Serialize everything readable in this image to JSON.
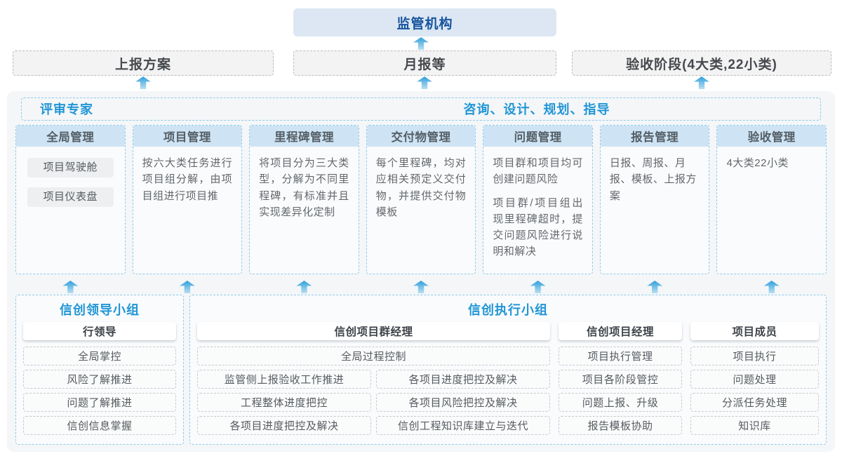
{
  "colors": {
    "regulator_bg": "#dce7f3",
    "regulator_text": "#17549e",
    "accent_blue": "#2196d6",
    "dashed_blue_border": "#8ecbed",
    "column_header_bg": "#cee4f4",
    "container_bg": "#f4f6f8",
    "arrow_blue": "#2f9edc"
  },
  "top": {
    "regulator": "监管机构"
  },
  "outputs": [
    "上报方案",
    "月报等",
    "验收阶段(4大类,22小类)"
  ],
  "platform": {
    "expert_label": "评审专家",
    "advisory_label": "咨询、设计、规划、指导",
    "columns": [
      {
        "title": "全局管理",
        "pills": [
          "项目驾驶舱",
          "项目仪表盘"
        ]
      },
      {
        "title": "项目管理",
        "paragraphs": [
          "按六大类任务进行项目组分解，由项目组进行项目推"
        ]
      },
      {
        "title": "里程碑管理",
        "paragraphs": [
          "将项目分为三大类型，分解为不同里程碑，有标准并且实现差异化定制"
        ]
      },
      {
        "title": "交付物管理",
        "paragraphs": [
          "每个里程碑，均对应相关预定义交付物，并提供交付物模板"
        ]
      },
      {
        "title": "问题管理",
        "paragraphs": [
          "项目群和项目均可创建问题风险",
          "项目群/项目组出现里程碑超时，提交问题风险进行说明和解决"
        ]
      },
      {
        "title": "报告管理",
        "paragraphs": [
          "日报、周报、月报、模板、上报方案"
        ]
      },
      {
        "title": "验收管理",
        "paragraphs": [
          "4大类22小类"
        ]
      }
    ]
  },
  "groups": {
    "leader": {
      "title": "信创领导小组",
      "role": "行领导",
      "items": [
        "全局掌控",
        "风险了解推进",
        "问题了解推进",
        "信创信息掌握"
      ]
    },
    "exec": {
      "title": "信创执行小组",
      "program_manager": {
        "role": "信创项目群经理",
        "full_item": "全局过程控制",
        "left_items": [
          "监管侧上报验收工作推进",
          "工程整体进度把控",
          "各项目进度把控及解决"
        ],
        "right_items": [
          "各项目进度把控及解决",
          "各项目风险把控及解决",
          "信创工程知识库建立与迭代"
        ]
      },
      "project_manager": {
        "role": "信创项目经理",
        "items": [
          "项目执行管理",
          "项目各阶段管控",
          "问题上报、升级",
          "报告模板协助"
        ]
      },
      "member": {
        "role": "项目成员",
        "items": [
          "项目执行",
          "问题处理",
          "分派任务处理",
          "知识库"
        ]
      }
    }
  }
}
